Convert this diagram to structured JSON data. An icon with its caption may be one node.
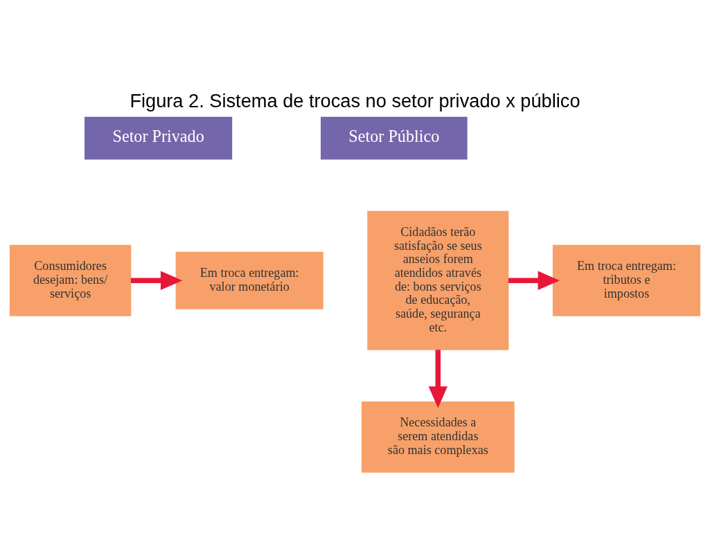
{
  "diagram": {
    "title": "Figura 2. Sistema de trocas no setor privado x público",
    "nodes": [
      {
        "text": [
          "Setor Privado"
        ]
      },
      {
        "text": [
          "Consumidores desejam: bens/ serviços"
        ]
      },
      {
        "text": [
          "Em troca entregam: valor monetário"
        ]
      },
      {
        "text": [
          "Setor Público"
        ]
      },
      {
        "text": [
          "Cidadãos terão satisfação se seus anseios forem atendidos através de: bons serviços de educação, saúde, segurança etc."
        ]
      },
      {
        "text": [
          "Em troca entregam: tributos e impostos"
        ]
      },
      {
        "text": [
          "Necessidades a serem atendidas são mais complexas"
        ]
      }
    ],
    "edges": [
      {
        "from": 1,
        "to": 2,
        "arrow": "to"
      },
      {
        "from": 4,
        "to": 5,
        "arrow": "to"
      },
      {
        "from": 4,
        "to": 6,
        "arrow": "to"
      }
    ]
  }
}
